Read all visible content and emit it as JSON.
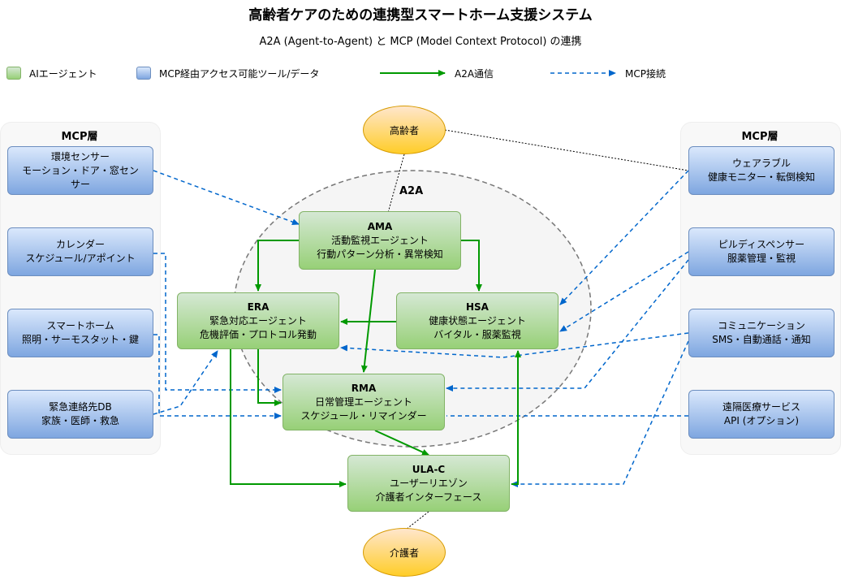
{
  "title": "高齢者ケアのための連携型スマートホーム支援システム",
  "subtitle": "A2A (Agent-to-Agent) と MCP (Model Context Protocol) の連携",
  "legend": {
    "ai_agent": "AIエージェント",
    "mcp_tool": "MCP経由アクセス可能ツール/データ",
    "a2a_comm": "A2A通信",
    "mcp_conn": "MCP接続"
  },
  "colors": {
    "a2a_line": "#009900",
    "mcp_line": "#0066cc",
    "agent_fill": "#97d077",
    "tool_fill": "#7ea6e0",
    "person_fill": "#ffcd28"
  },
  "left_layer": {
    "title": "MCP層",
    "tools": [
      {
        "lines": [
          "環境センサー",
          "モーション・ドア・窓セン",
          "サー"
        ]
      },
      {
        "lines": [
          "カレンダー",
          "スケジュール/アポイント"
        ]
      },
      {
        "lines": [
          "スマートホーム",
          "照明・サーモスタット・鍵"
        ]
      },
      {
        "lines": [
          "緊急連絡先DB",
          "家族・医師・救急"
        ]
      }
    ]
  },
  "right_layer": {
    "title": "MCP層",
    "tools": [
      {
        "lines": [
          "ウェアラブル",
          "健康モニター・転倒検知"
        ]
      },
      {
        "lines": [
          "ピルディスペンサー",
          "服薬管理・監視"
        ]
      },
      {
        "lines": [
          "コミュニケーション",
          "SMS・自動通話・通知"
        ]
      },
      {
        "lines": [
          "遠隔医療サービス",
          "API (オプション)"
        ]
      }
    ]
  },
  "a2a_area_label": "A2A",
  "agents": {
    "ama": {
      "name": "AMA",
      "line1": "活動監視エージェント",
      "line2": "行動パターン分析・異常検知"
    },
    "era": {
      "name": "ERA",
      "line1": "緊急対応エージェント",
      "line2": "危機評価・プロトコル発動"
    },
    "hsa": {
      "name": "HSA",
      "line1": "健康状態エージェント",
      "line2": "バイタル・服薬監視"
    },
    "rma": {
      "name": "RMA",
      "line1": "日常管理エージェント",
      "line2": "スケジュール・リマインダー"
    },
    "ula": {
      "name": "ULA-C",
      "line1": "ユーザーリエゾン",
      "line2": "介護者インターフェース"
    }
  },
  "people": {
    "elder": "高齢者",
    "caregiver": "介護者"
  }
}
